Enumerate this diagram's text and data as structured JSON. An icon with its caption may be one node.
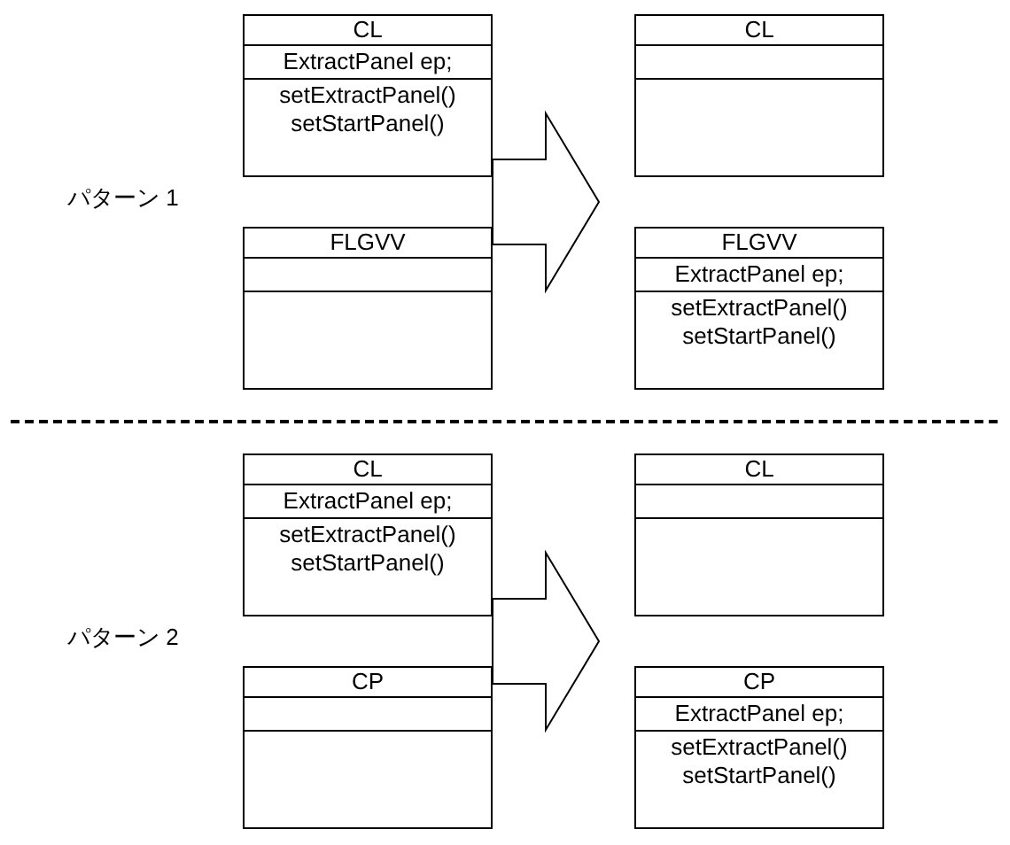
{
  "diagram": {
    "nodes": [
      {
        "text": [
          "CL",
          "ExtractPanel ep;",
          "setExtractPanel() setStartPanel()"
        ]
      },
      {
        "text": [
          "CL"
        ]
      },
      {
        "text": [
          "FLGVV"
        ]
      },
      {
        "text": [
          "FLGVV",
          "ExtractPanel ep;",
          "setExtractPanel() setStartPanel()"
        ]
      },
      {
        "text": [
          "CL",
          "ExtractPanel ep;",
          "setExtractPanel() setStartPanel()"
        ]
      },
      {
        "text": [
          "CL"
        ]
      },
      {
        "text": [
          "CP"
        ]
      },
      {
        "text": [
          "CP",
          "ExtractPanel ep;",
          "setExtractPanel() setStartPanel()"
        ]
      }
    ],
    "edges": [
      {
        "from": 0,
        "to": 1,
        "arrow": "to",
        "style": "thick"
      },
      {
        "from": 4,
        "to": 5,
        "arrow": "to",
        "style": "thick"
      }
    ],
    "labels": [
      "パターン 1",
      "パターン 2"
    ]
  }
}
